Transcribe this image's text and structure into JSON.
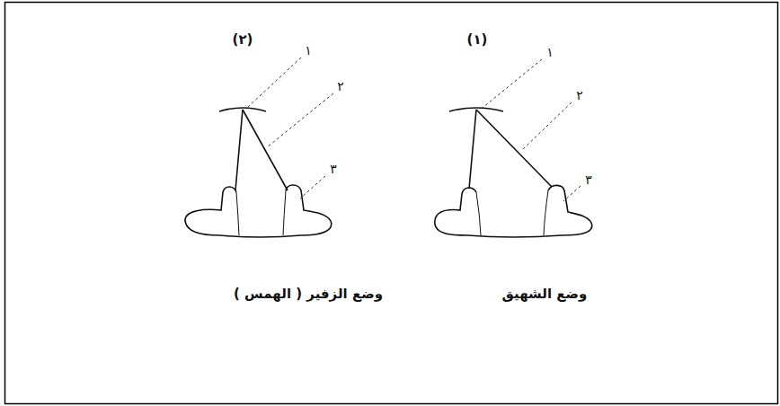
{
  "diagram": {
    "labels": [
      "(١)",
      "١",
      "٢",
      "٣",
      "وضع الشهيق",
      "(٢)",
      "١",
      "٢",
      "٣",
      "وضع الزفير ( الهمس )"
    ]
  }
}
